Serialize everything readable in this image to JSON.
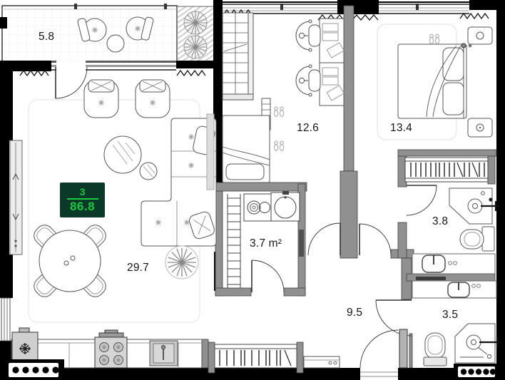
{
  "title": "apartment-floor-plan",
  "badge": {
    "rooms_count": "3",
    "total_area": "86.8"
  },
  "rooms": {
    "balcony": {
      "area_label": "5.8"
    },
    "living_kitchen": {
      "area_label": "29.7"
    },
    "child_room": {
      "area_label": "12.6"
    },
    "bedroom": {
      "area_label": "13.4"
    },
    "bathroom_top": {
      "area_label": "3.8"
    },
    "laundry": {
      "area_label": "3.7 m²"
    },
    "hallway": {
      "area_label": "9.5"
    },
    "bathroom_bottom": {
      "area_label": "3.5"
    }
  },
  "colors": {
    "badge_bg": "#0a392a",
    "badge_text": "#1ec83e",
    "exterior_wall": "#000000",
    "partition_wall": "#909090",
    "floor": "#ffffff"
  }
}
